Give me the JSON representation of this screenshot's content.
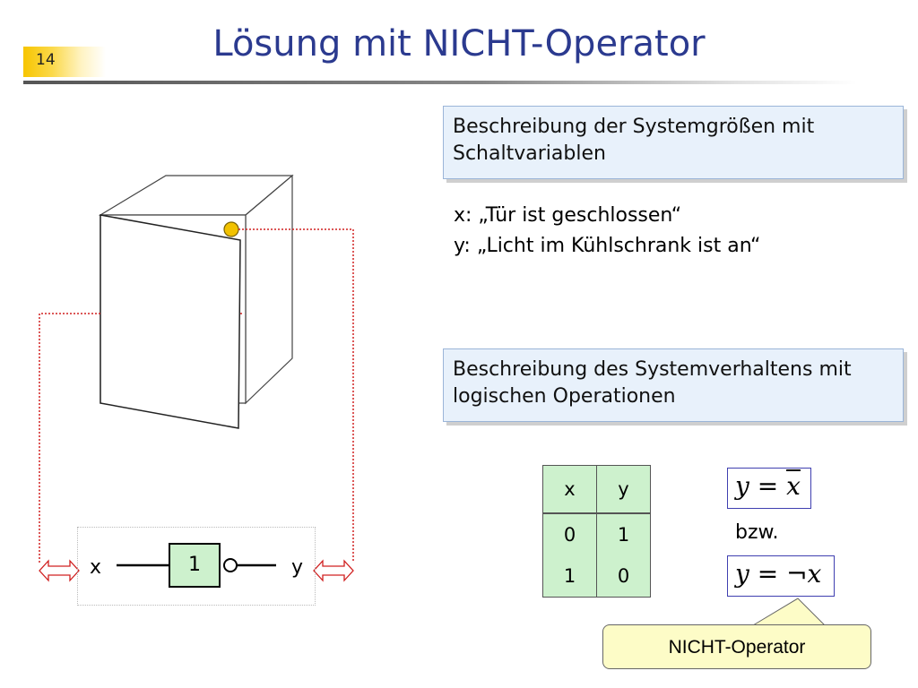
{
  "slide": {
    "number": "14",
    "title": "Lösung mit NICHT-Operator"
  },
  "boxes": {
    "system_sizes": "Beschreibung der Systemgrößen mit Schaltvariablen",
    "system_behavior": "Beschreibung des Systemverhaltens mit logischen Operationen"
  },
  "variables": {
    "x_def": "x: „Tür ist geschlossen“",
    "y_def": "y: „Licht im Kühlschrank ist an“"
  },
  "truth_table": {
    "headers": [
      "x",
      "y"
    ],
    "rows": [
      [
        "0",
        "1"
      ],
      [
        "1",
        "0"
      ]
    ]
  },
  "formulas": {
    "lhs": "y",
    "eq": " = ",
    "rhs1": "x",
    "connector": "bzw.",
    "rhs2": "¬x"
  },
  "callout": "NICHT-Operator",
  "circuit": {
    "input_label": "x",
    "output_label": "y",
    "gate_label": "1"
  },
  "colors": {
    "title": "#2b3a8f",
    "box_fill": "#e8f1fb",
    "table_fill": "#cdf1cd",
    "callout_fill": "#fdfcc7",
    "wire": "#d02020",
    "sensor": "#f2c200"
  }
}
